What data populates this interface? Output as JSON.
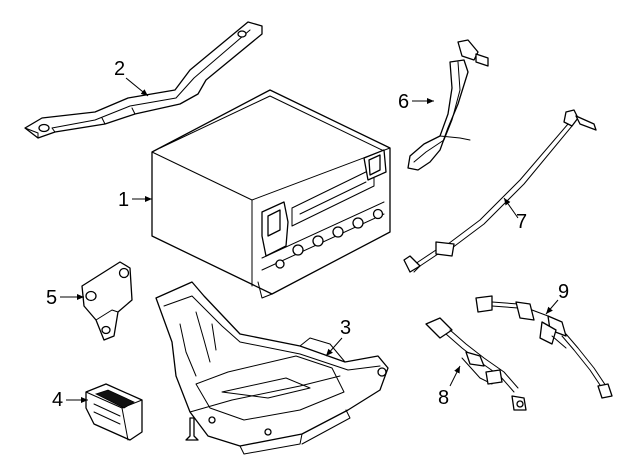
{
  "diagram": {
    "callouts": [
      {
        "id": "battery",
        "label": "1"
      },
      {
        "id": "hold-down-bracket",
        "label": "2"
      },
      {
        "id": "battery-tray",
        "label": "3"
      },
      {
        "id": "terminal-cover",
        "label": "4"
      },
      {
        "id": "support-bracket",
        "label": "5"
      },
      {
        "id": "vent-tube",
        "label": "6"
      },
      {
        "id": "ground-cable",
        "label": "7"
      },
      {
        "id": "sensor-harness",
        "label": "8"
      },
      {
        "id": "positive-harness",
        "label": "9"
      }
    ]
  }
}
